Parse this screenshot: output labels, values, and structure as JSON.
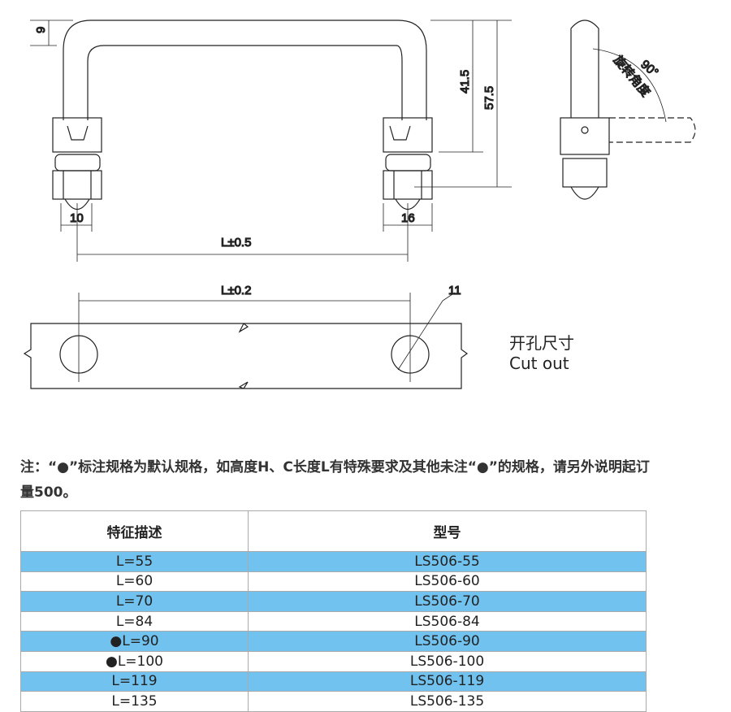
{
  "drawing": {
    "dims": {
      "top_thickness": "9",
      "height_inner": "41.5",
      "height_total": "57.5",
      "nut_left": "10",
      "nut_right": "16",
      "length": "L±0.5",
      "hole_spacing": "L±0.2",
      "hole_dia": "11",
      "angle": "90°",
      "rotation_label": "旋转角度"
    },
    "cutout_cn": "开孔尺寸",
    "cutout_en": "Cut out"
  },
  "note": "注：“●”标注规格为默认规格，如高度H、C长度L有特殊要求及其他未注“●”的规格，请另外说明起订量500。",
  "table": {
    "headers": [
      "特征描述",
      "型号"
    ],
    "rows": [
      {
        "desc": "L=55",
        "model": "LS506-55"
      },
      {
        "desc": "L=60",
        "model": "LS506-60"
      },
      {
        "desc": "L=70",
        "model": "LS506-70"
      },
      {
        "desc": "L=84",
        "model": "LS506-84"
      },
      {
        "desc": "●L=90",
        "model": "LS506-90"
      },
      {
        "desc": "●L=100",
        "model": "LS506-100"
      },
      {
        "desc": "L=119",
        "model": "LS506-119"
      },
      {
        "desc": "L=135",
        "model": "LS506-135"
      }
    ],
    "highlight_color": "#71c2ee"
  }
}
